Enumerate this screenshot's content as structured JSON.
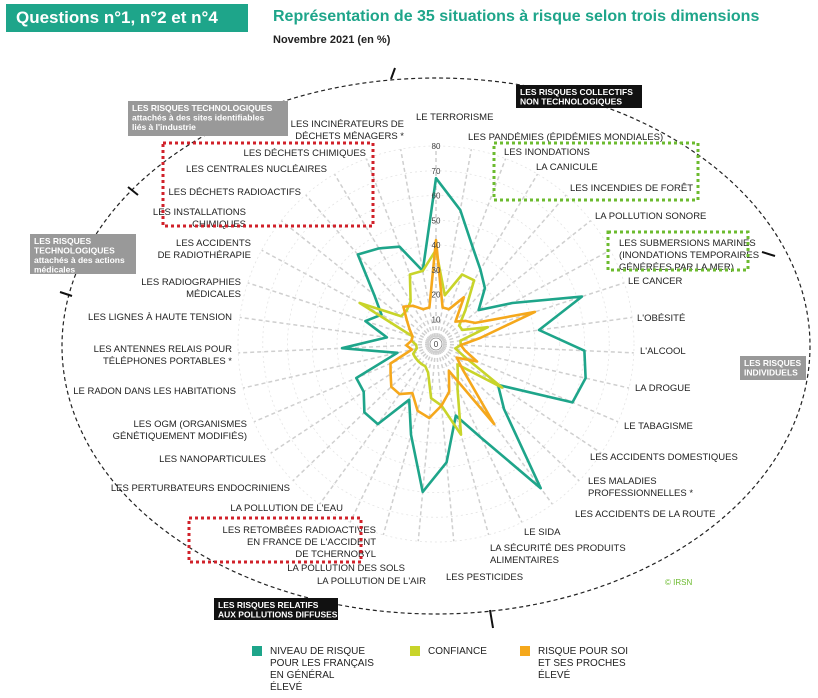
{
  "header": {
    "badge": "Questions n°1, n°2 et n°4",
    "title": "Représentation de 35 situations à risque selon trois dimensions",
    "subtitle": "Novembre 2021 (en %)"
  },
  "credit": "© IRSN",
  "colors": {
    "teal": "#1ea58a",
    "lime": "#c8d42a",
    "orange": "#f5a81c",
    "red": "#d0212a",
    "green": "#6cbb2f",
    "grey": "#999999",
    "black": "#111111"
  },
  "groups": [
    {
      "id": "techno_sites",
      "label": "LES RISQUES TECHNOLOGIQUES\nattachés à des sites identifiables\nliés à l'industrie",
      "style": "grey"
    },
    {
      "id": "techno_medical",
      "label": "LES RISQUES\nTECHNOLOGIQUES\nattachés à des actions\nmédicales",
      "style": "grey"
    },
    {
      "id": "collectifs",
      "label": "LES RISQUES COLLECTIFS\nNON TECHNOLOGIQUES",
      "style": "black"
    },
    {
      "id": "individuels",
      "label": "LES RISQUES\nINDIVIDUELS",
      "style": "grey"
    },
    {
      "id": "pollutions",
      "label": "LES RISQUES RELATIFS\nAUX POLLUTIONS DIFFUSES",
      "style": "black"
    }
  ],
  "legend": [
    {
      "label": "NIVEAU DE RISQUE\nPOUR LES FRANÇAIS\nEN GÉNÉRAL\nÉLEVÉ",
      "color": "#1ea58a"
    },
    {
      "label": "CONFIANCE",
      "color": "#c8d42a"
    },
    {
      "label": "RISQUE POUR SOI\nET SES PROCHES\nÉLEVÉ",
      "color": "#f5a81c"
    }
  ],
  "chart_data": {
    "type": "radar",
    "title": "Représentation de 35 situations à risque selon trois dimensions",
    "subtitle": "Novembre 2021 (en %)",
    "rlim": [
      0,
      80
    ],
    "ticks": [
      "0",
      "10",
      "20",
      "30",
      "40",
      "50",
      "60",
      "70",
      "80"
    ],
    "categories": [
      "LE TERRORISME",
      "LES PANDÉMIES (ÉPIDÉMIES MONDIALES)",
      "LES INONDATIONS",
      "LA CANICULE",
      "LES INCENDIES DE FORÊT",
      "LA POLLUTION SONORE",
      "LES SUBMERSIONS MARINES (INONDATIONS TEMPORAIRES GÉNÉRÉES PAR LA MER)",
      "LE CANCER",
      "L'OBÉSITÉ",
      "L'ALCOOL",
      "LA DROGUE",
      "LE TABAGISME",
      "LES ACCIDENTS DOMESTIQUES",
      "LES MALADIES PROFESSIONNELLES *",
      "LES ACCIDENTS DE LA ROUTE",
      "LE SIDA",
      "LA SÉCURITÉ DES PRODUITS ALIMENTAIRES",
      "LES PESTICIDES",
      "LA POLLUTION DE L'AIR",
      "LA POLLUTION DES SOLS",
      "LES RETOMBÉES RADIOACTIVES EN FRANCE DE L'ACCIDENT DE TCHERNOBYL",
      "LA POLLUTION DE L'EAU",
      "LES PERTURBATEURS ENDOCRINIENS",
      "LES NANOPARTICULES",
      "LES OGM (ORGANISMES GÉNÉTIQUEMENT MODIFIÉS)",
      "LE RADON DANS LES HABITATIONS",
      "LES ANTENNES RELAIS POUR TÉLÉPHONES PORTABLES *",
      "LES LIGNES À HAUTE TENSION",
      "LES RADIOGRAPHIES MÉDICALES",
      "LES ACCIDENTS DE RADIOTHÉRAPIE",
      "LES INSTALLATIONS CHIMIQUES",
      "LES DÉCHETS RADIOACTIFS",
      "LES CENTRALES NUCLÉAIRES",
      "LES DÉCHETS CHIMIQUES",
      "LES INCINÉRATEURS DE DÉCHETS MÉNAGERS *"
    ],
    "series": [
      {
        "name": "NIVEAU DE RISQUE POUR LES FRANÇAIS EN GÉNÉRAL ÉLEVÉ",
        "color": "#1ea58a",
        "values": [
          67,
          55,
          42,
          35,
          30,
          22,
          35,
          62,
          42,
          60,
          62,
          60,
          30,
          38,
          72,
          42,
          30,
          48,
          60,
          38,
          25,
          40,
          40,
          35,
          35,
          16,
          38,
          20,
          30,
          25,
          32,
          48,
          45,
          42,
          30
        ]
      },
      {
        "name": "CONFIANCE",
        "color": "#c8d42a",
        "values": [
          38,
          20,
          30,
          30,
          18,
          12,
          12,
          22,
          10,
          10,
          8,
          12,
          32,
          12,
          15,
          20,
          38,
          25,
          22,
          12,
          10,
          10,
          10,
          10,
          10,
          8,
          8,
          10,
          10,
          35,
          18,
          18,
          20,
          30,
          30
        ]
      },
      {
        "name": "RISQUE POUR SOI ET SES PROCHES ÉLEVÉ",
        "color": "#f5a81c",
        "values": [
          42,
          15,
          15,
          22,
          12,
          15,
          18,
          42,
          18,
          10,
          12,
          18,
          10,
          15,
          40,
          12,
          20,
          25,
          30,
          28,
          22,
          25,
          25,
          22,
          20,
          10,
          12,
          10,
          10,
          12,
          15,
          20,
          18,
          15,
          15
        ]
      }
    ]
  }
}
